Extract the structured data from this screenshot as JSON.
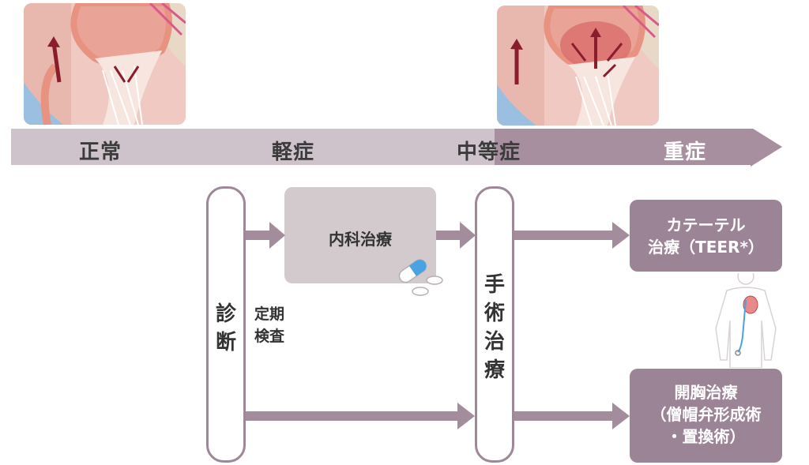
{
  "stages": [
    "正常",
    "軽症",
    "中等症",
    "重症"
  ],
  "diagnosis": {
    "label_line1": "診",
    "label_line2": "断"
  },
  "checkup": {
    "line1": "定期",
    "line2": "検査"
  },
  "medical": {
    "label": "内科治療"
  },
  "surgery": {
    "chars": [
      "手",
      "術",
      "治",
      "療"
    ]
  },
  "catheter": {
    "line1": "カテーテル",
    "line2": "治療（TEER*）"
  },
  "open_chest": {
    "line1": "開胸治療",
    "line2": "（僧帽弁形成術",
    "line3": "・置換術）"
  },
  "colors": {
    "band_light": "#cfc3cb",
    "band_dark": "#a78f9f",
    "pill_border": "#9e8797",
    "box_grey": "#d3cace",
    "box_purple": "#9c8497",
    "arrow": "#a38d9c",
    "heart_red": "#8a1d2b"
  },
  "icons": [
    "normal-valve-illustration",
    "regurgitation-valve-illustration",
    "pill-capsule-icon",
    "body-catheter-icon"
  ]
}
